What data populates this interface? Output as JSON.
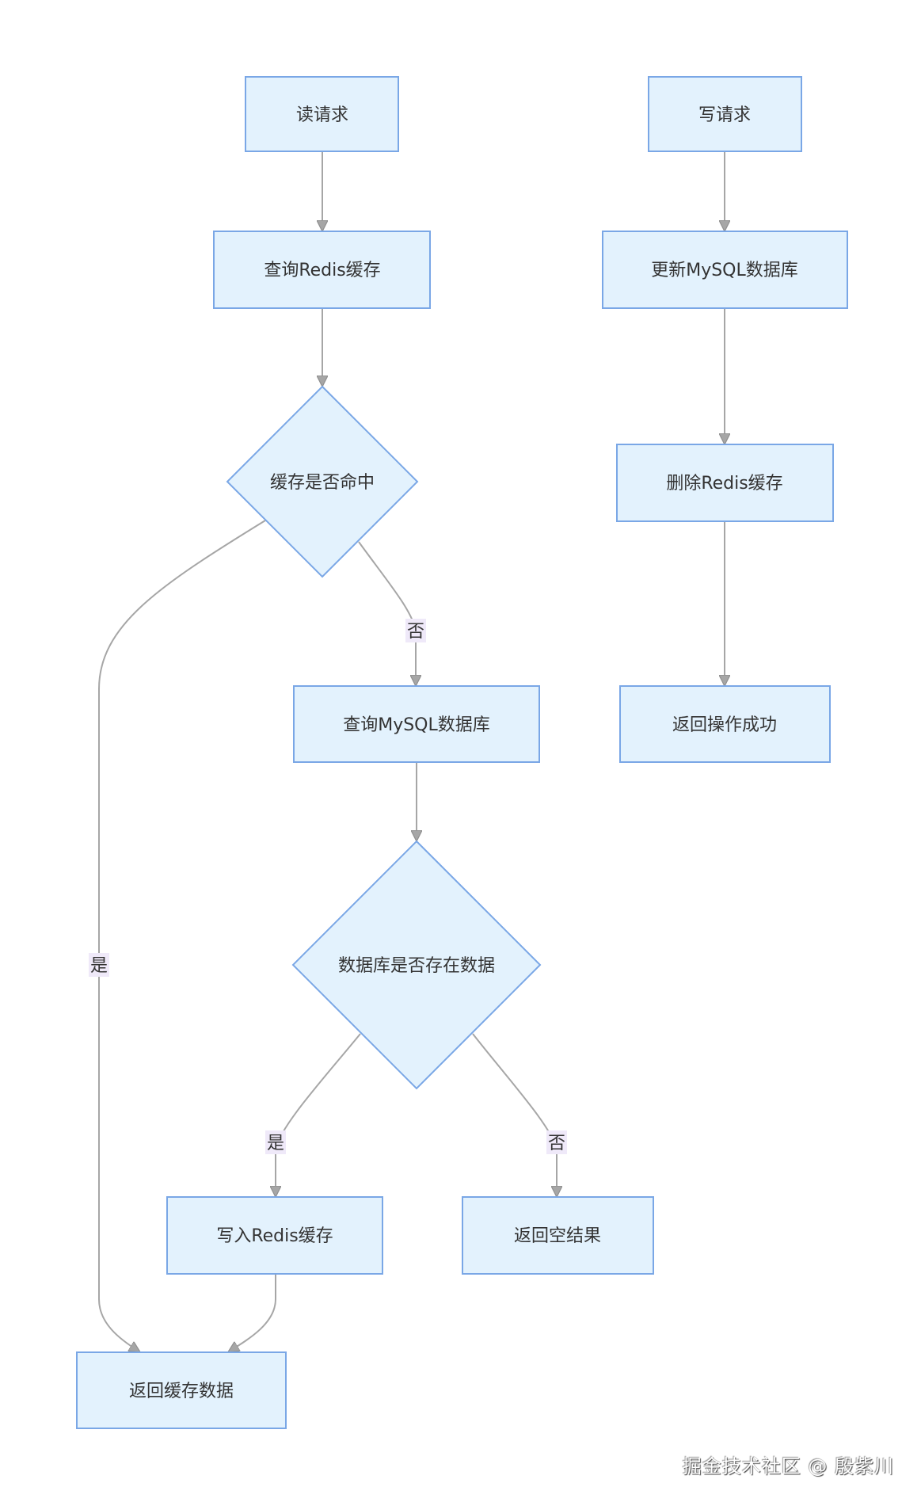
{
  "nodes": {
    "read_request": "读请求",
    "query_redis": "查询Redis缓存",
    "cache_hit": "缓存是否命中",
    "query_mysql": "查询MySQL数据库",
    "db_has_data": "数据库是否存在数据",
    "write_redis": "写入Redis缓存",
    "return_empty": "返回空结果",
    "return_cache_data": "返回缓存数据",
    "write_request": "写请求",
    "update_mysql": "更新MySQL数据库",
    "delete_redis": "删除Redis缓存",
    "return_success": "返回操作成功"
  },
  "edge_labels": {
    "cache_hit_no": "否",
    "cache_hit_yes": "是",
    "db_yes": "是",
    "db_no": "否"
  },
  "colors": {
    "node_fill": "#e3f2fd",
    "node_stroke": "#7aa7e6",
    "edge": "#a6a6a6",
    "label_bg": "#efe9f9"
  },
  "watermark": "掘金技术社区 @ 殷紫川"
}
